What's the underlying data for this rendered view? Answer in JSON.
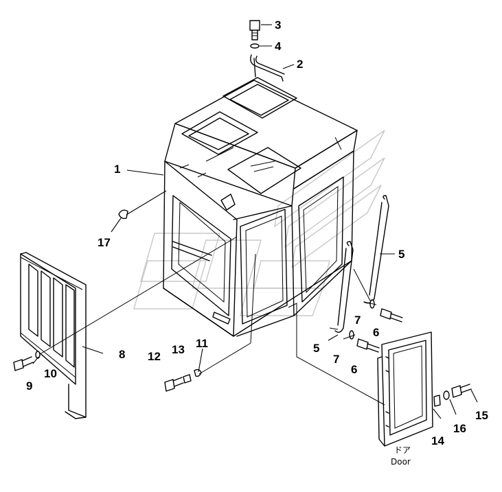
{
  "callouts": [
    "3",
    "4",
    "2",
    "1",
    "17",
    "5",
    "7",
    "6",
    "5",
    "7",
    "6",
    "8",
    "9",
    "10",
    "12",
    "13",
    "11",
    "14",
    "16",
    "15"
  ],
  "door_label_jp": "ドア",
  "door_label_en": "Door",
  "colors": {
    "line": "#000000",
    "watermark": "#c8c8c8",
    "background": "#ffffff"
  }
}
